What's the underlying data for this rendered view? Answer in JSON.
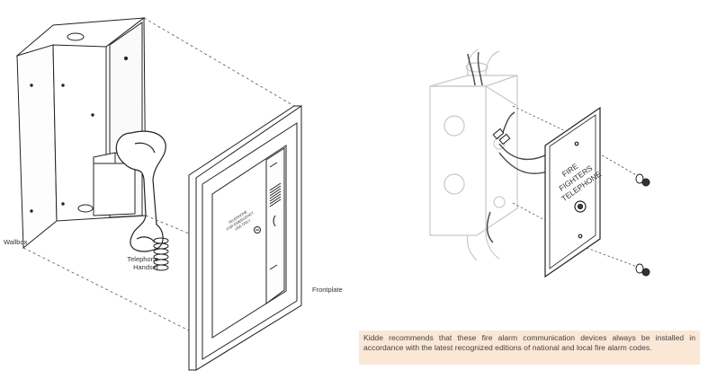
{
  "left_diagram": {
    "labels": {
      "wallbox": "Wallbox",
      "telephone_handset": "Telephone\nHandset",
      "frontplate": "Frontplate"
    },
    "door_text": [
      "TELEPHONE",
      "FOR EMERGENCY",
      "USE ONLY"
    ]
  },
  "right_diagram": {
    "plate_text": [
      "FIRE",
      "FIGHTERS",
      "TELEPHONE"
    ]
  },
  "note": "Kidde recommends that these fire alarm communication devices always be installed in accordance with the latest recognized editions of national and local fire alarm codes.",
  "colors": {
    "note_background": "#fbe7d6",
    "line": "#222222",
    "ghost_line": "#c8c8c8"
  }
}
